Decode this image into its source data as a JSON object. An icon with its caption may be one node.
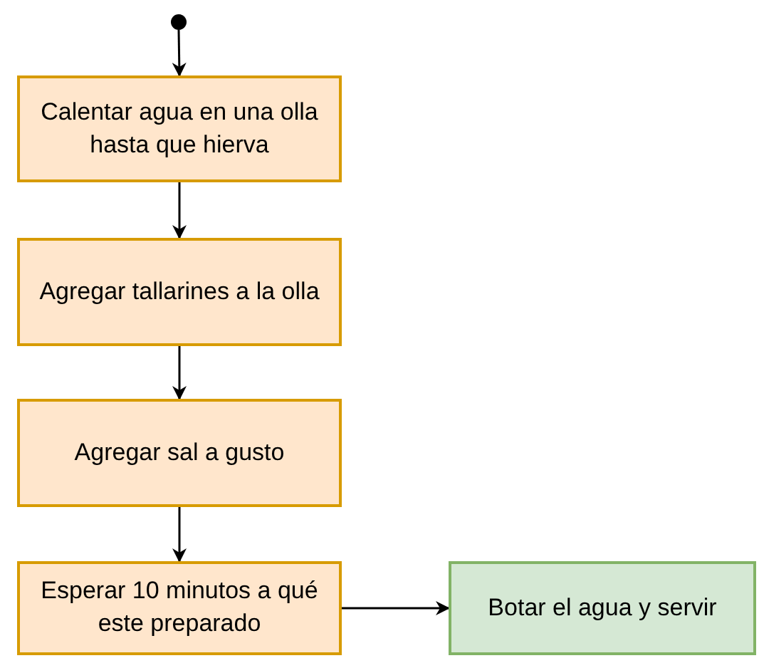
{
  "diagram": {
    "nodes": [
      {
        "text": [],
        "shape": "circle"
      },
      {
        "text": [
          "Calentar agua en una olla hasta que hierva"
        ]
      },
      {
        "text": [
          "Agregar tallarines a la olla"
        ]
      },
      {
        "text": [
          "Agregar sal a gusto"
        ]
      },
      {
        "text": [
          "Esperar 10 minutos a qué este preparado"
        ]
      },
      {
        "text": [
          "Botar el agua y servir"
        ]
      }
    ],
    "edges": [
      {
        "from": 0,
        "to": 1,
        "arrow": "to"
      },
      {
        "from": 1,
        "to": 2,
        "arrow": "to"
      },
      {
        "from": 2,
        "to": 3,
        "arrow": "to"
      },
      {
        "from": 3,
        "to": 4,
        "arrow": "to"
      },
      {
        "from": 4,
        "to": 5,
        "arrow": "to"
      }
    ]
  }
}
